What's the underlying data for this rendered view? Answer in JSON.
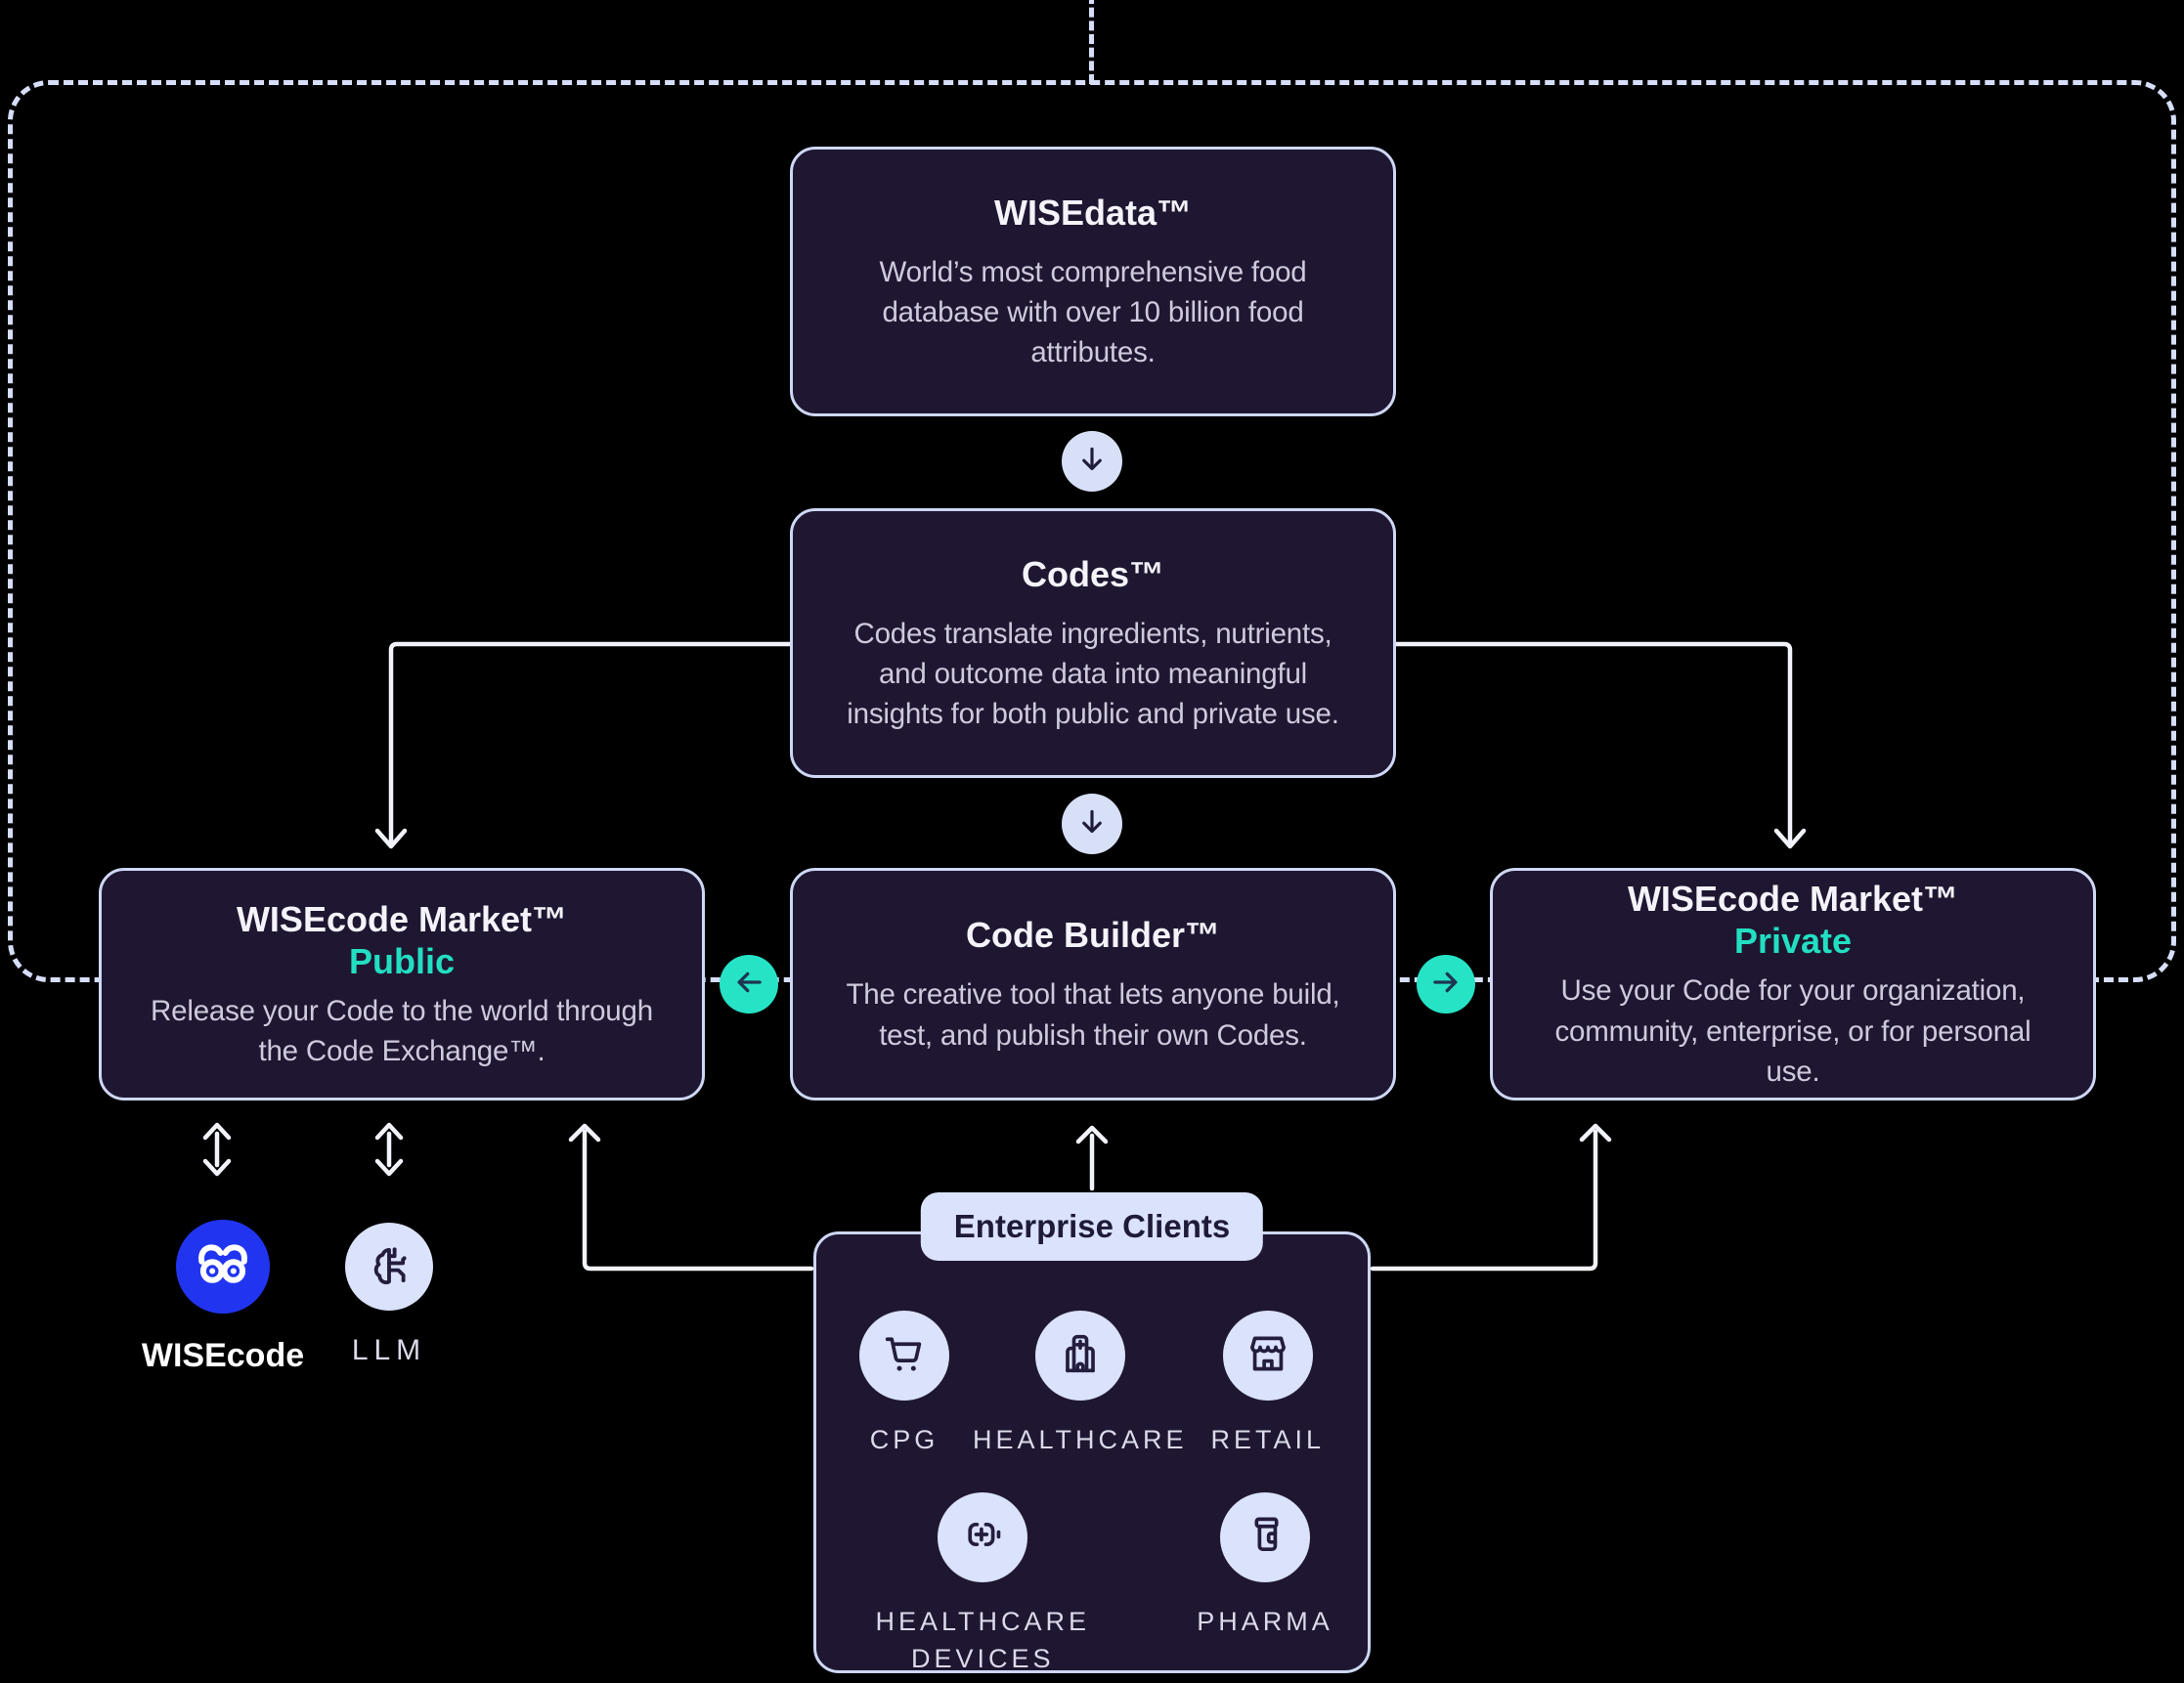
{
  "colors": {
    "background": "#000000",
    "box_fill": "#1f1731",
    "box_border": "#ced7f4",
    "dashed_border": "#d7defa",
    "title_text": "#f5f3fa",
    "body_text": "#cfc9dd",
    "accent_teal": "#22dfc2",
    "arrow_chip_bg": "#d8e0f8",
    "arrow_chip_glyph": "#201d38",
    "teal_circle_bg": "#26e3c6",
    "teal_circle_glyph": "#1d3550",
    "connector": "#f2f3fa",
    "pill_bg": "#dbe2fb",
    "pill_text": "#1e1b38",
    "client_circle_bg": "#dbe2fb",
    "client_icon": "#241d3d",
    "client_label": "#dcd9ea",
    "wisecode_blue": "#2135f1",
    "logo_label": "#ffffff"
  },
  "diagram": {
    "boxes": [
      {
        "id": "wisedata",
        "title": "WISEdata™",
        "body": "World’s most comprehensive food database with over 10 billion food attributes."
      },
      {
        "id": "codes",
        "title": "Codes™",
        "body": "Codes translate ingredients, nutrients, and outcome data into meaningful insights for both public and private use."
      },
      {
        "id": "market-public",
        "title": "WISEcode Market™",
        "subtitle": "Public",
        "body": "Release your Code to the world through the Code Exchange™."
      },
      {
        "id": "code-builder",
        "title": "Code Builder™",
        "body": "The creative tool that lets anyone build, test, and publish their own Codes."
      },
      {
        "id": "market-private",
        "title": "WISEcode Market™",
        "subtitle": "Private",
        "body": "Use your Code for your organization, community, enterprise, or for personal use."
      }
    ],
    "enterprise": {
      "label": "Enterprise Clients",
      "clients": [
        {
          "name": "CPG",
          "icon": "shopping-cart-icon"
        },
        {
          "name": "HEALTHCARE",
          "icon": "hospital-icon"
        },
        {
          "name": "RETAIL",
          "icon": "storefront-icon"
        },
        {
          "name": "HEALTHCARE DEVICES",
          "icon": "medical-device-icon"
        },
        {
          "name": "PHARMA",
          "icon": "pill-bottle-icon"
        }
      ]
    },
    "logos": [
      {
        "label": "WISEcode",
        "icon": "owl-icon"
      },
      {
        "label": "LLM",
        "icon": "brain-circuit-icon"
      }
    ],
    "flow_icons": {
      "down": "down-arrow-icon",
      "left": "left-arrow-icon",
      "right": "right-arrow-icon",
      "up": "up-arrow-icon",
      "bidirectional": "double-arrow-icon"
    }
  }
}
